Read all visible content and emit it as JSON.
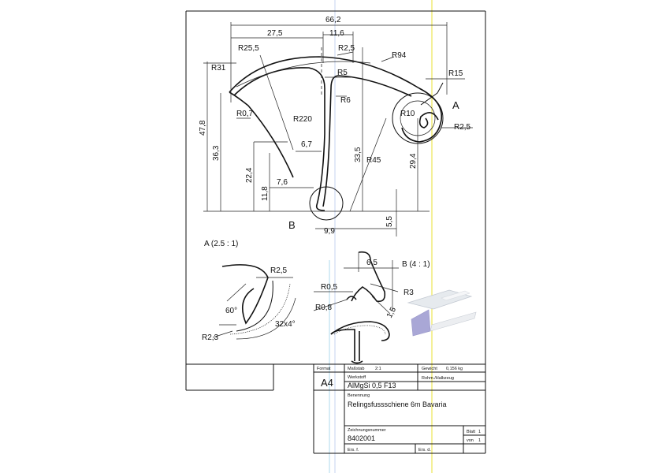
{
  "drawing": {
    "dimensions": {
      "overall_width": "66,2",
      "width_left": "27,5",
      "width_mid": "11,6",
      "r25_5": "R25,5",
      "r2_5_top": "R2,5",
      "r94": "R94",
      "r31": "R31",
      "r5": "R5",
      "r15": "R15",
      "r6": "R6",
      "r0_7": "R0,7",
      "r220": "R220",
      "r10": "R10",
      "r2_5_right": "R2,5",
      "h47_8": "47,8",
      "h36_3": "36,3",
      "w6_7": "6,7",
      "h33_5": "33,5",
      "r45": "R45",
      "h29_4": "29,4",
      "h22_4": "22,4",
      "w7_6": "7,6",
      "h11_8": "11,8",
      "w9_9": "9,9",
      "h5_5": "5,5"
    },
    "markers": {
      "A": "A",
      "B": "B"
    },
    "detail_a": {
      "title": "A (2.5 : 1)",
      "r2_5": "R2,5",
      "angle": "60°",
      "teeth": "32x4°",
      "r2_3": "R2,3"
    },
    "detail_b": {
      "title": "B (4 : 1)",
      "w6_5": "6,5",
      "r0_5": "R0,5",
      "r3": "R3",
      "r0_8": "R0,8",
      "t1_5": "1,5"
    }
  },
  "title_block": {
    "format_label": "Format",
    "format_value": "A4",
    "scale_label": "Maßstab",
    "scale_value": "2:1",
    "weight_label": "Gewicht",
    "weight_value": "0,156 kg",
    "material_label": "Werkstoff",
    "material_value": "AlMgSi 0,5 F13",
    "raw_label": "Rohm./Halbzeug",
    "name_label": "Benennung",
    "name_value": "Relingsfussschiene 6m Bavaria",
    "number_label": "Zeichnungsnummer",
    "number_value": "8402001",
    "sheet_label": "Blatt",
    "sheet_value": "1",
    "of_label": "von",
    "of_value": "1",
    "replaces_label": "Ers. f.",
    "replaced_label": "Ers. d."
  }
}
